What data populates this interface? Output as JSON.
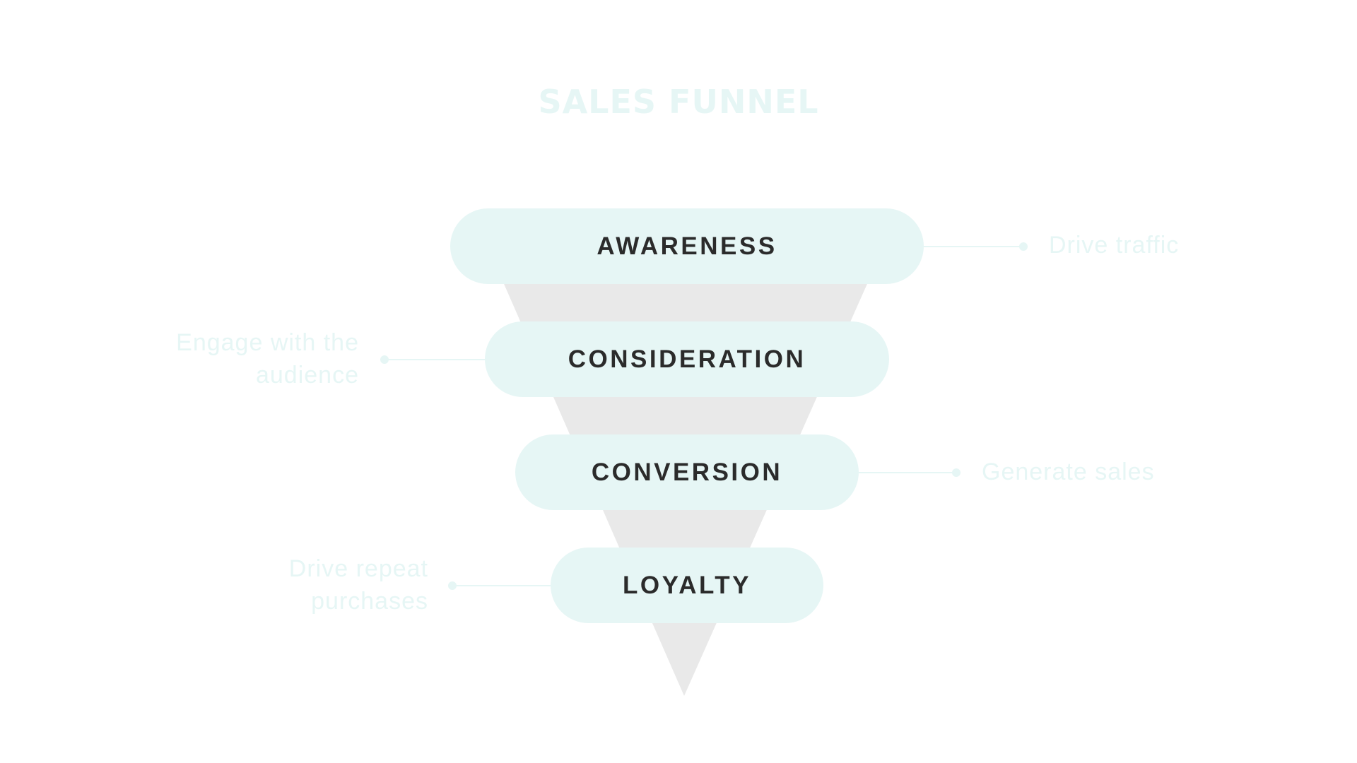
{
  "title": "SALES FUNNEL",
  "stages": [
    {
      "label": "AWARENESS",
      "note": "Drive traffic"
    },
    {
      "label": "CONSIDERATION",
      "note": "Engage with the audience"
    },
    {
      "label": "CONVERSION",
      "note": "Generate sales"
    },
    {
      "label": "LOYALTY",
      "note": "Drive repeat purchases"
    }
  ],
  "notes_multiline": {
    "consideration": [
      "Engage with the",
      "audience"
    ],
    "loyalty": [
      "Drive repeat",
      "purchases"
    ]
  },
  "colors": {
    "pill": "#e6f6f5",
    "funnel": "#e9e9e9",
    "label_text": "#2b2b2b",
    "note_text": "#e6f6f5",
    "background": "#ffffff"
  }
}
